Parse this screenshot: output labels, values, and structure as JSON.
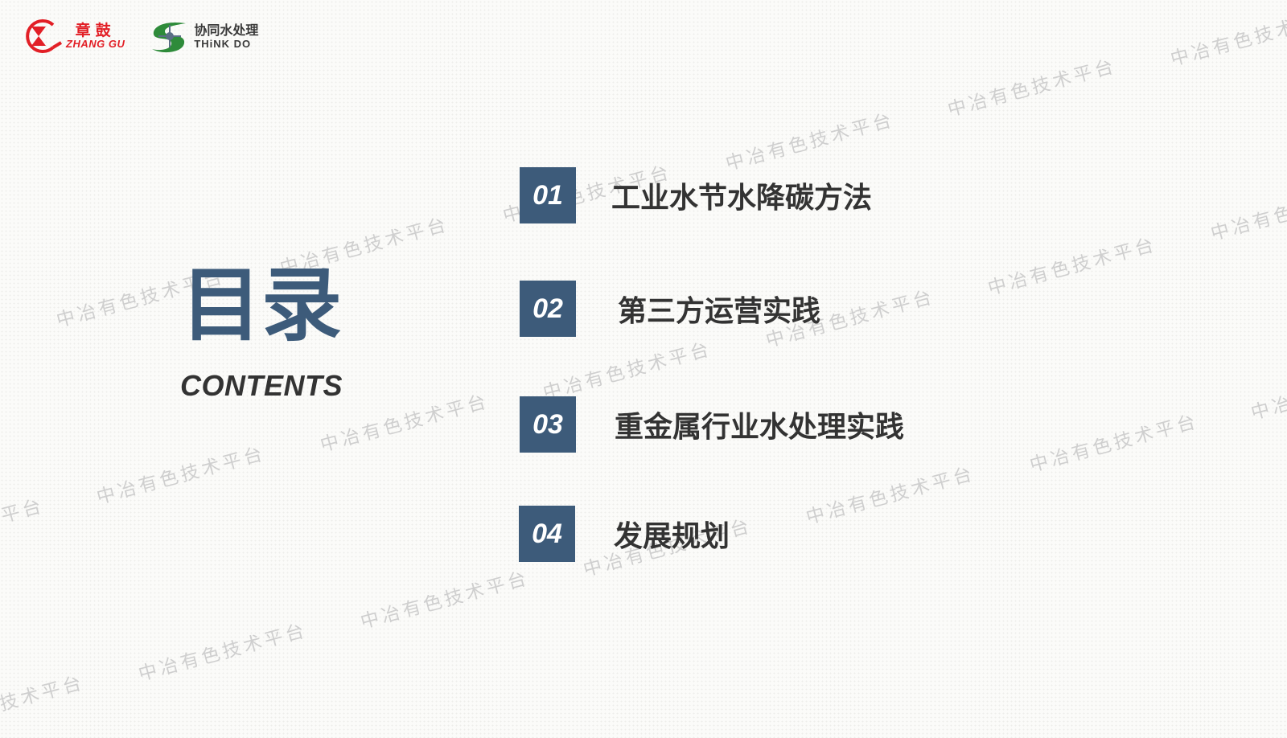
{
  "logos": {
    "zhanggu": {
      "cn": "章鼓",
      "en": "ZHANG GU",
      "color": "#e21f26"
    },
    "thinkdo": {
      "cn": "协同水处理",
      "en": "THiNK DO",
      "color": "#2e8b3a"
    }
  },
  "heading": {
    "cn": "目录",
    "en": "CONTENTS",
    "accent": "#3d5b7a"
  },
  "toc": [
    {
      "num": "01",
      "label": "工业水节水降碳方法"
    },
    {
      "num": "02",
      "label": "第三方运营实践"
    },
    {
      "num": "03",
      "label": "重金属行业水处理实践"
    },
    {
      "num": "04",
      "label": "发展规划"
    }
  ],
  "watermark": {
    "text": "中冶有色技术平台"
  }
}
